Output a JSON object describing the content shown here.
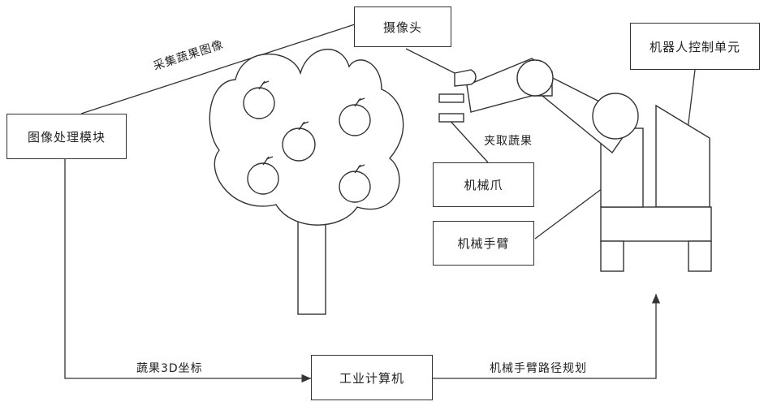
{
  "nodes": {
    "camera": "摄像头",
    "image_processing": "图像处理模块",
    "robot_control": "机器人控制单元",
    "gripper": "机械爪",
    "arm": "机械手臂",
    "computer": "工业计算机"
  },
  "edge_labels": {
    "capture": "采集蔬果图像",
    "grab": "夹取蔬果",
    "coord": "蔬果3D坐标",
    "path": "机械手臂路径规划"
  },
  "colors": {
    "stroke": "#333333",
    "text": "#222222"
  }
}
